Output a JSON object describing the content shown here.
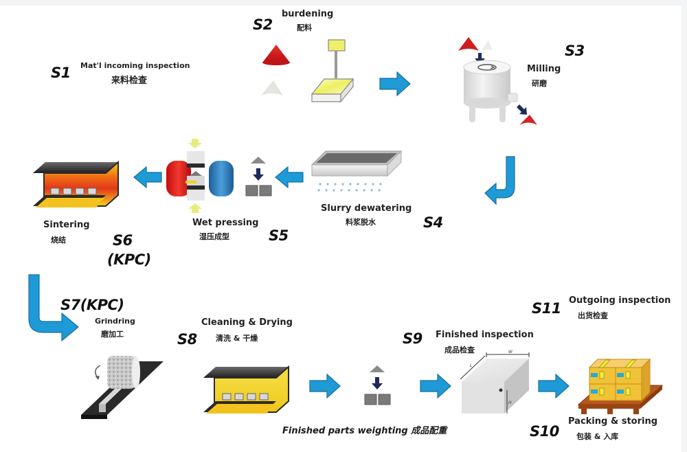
{
  "diagram": {
    "title": "Process flow",
    "colors": {
      "arrow_blue": "#1e9ad6",
      "arrow_outline": "#1a6e9c",
      "red_powder": "#d41c1c",
      "furnace_orange": "#f07818",
      "furnace_yellow": "#f4d21e",
      "pallet_brown": "#a8501c",
      "box_yellow": "#f0c238",
      "dark_arrow": "#1c2a5c"
    },
    "steps": [
      {
        "id": "S1",
        "en": "Mat'l incoming inspection",
        "zh": "来料检查"
      },
      {
        "id": "S2",
        "en": "burdening",
        "zh": "配料",
        "icon": "weighing-scale"
      },
      {
        "id": "S3",
        "en": "Milling",
        "zh": "研磨",
        "icon": "mill"
      },
      {
        "id": "S4",
        "en": "Slurry dewatering",
        "zh": "料浆脱水",
        "icon": "dewatering-tray"
      },
      {
        "id": "S5",
        "en": "Wet pressing",
        "zh": "湿压成型",
        "icon": "magnetic-press"
      },
      {
        "id": "S6",
        "id_suffix": "(KPC)",
        "en": "Sintering",
        "zh": "烧结",
        "icon": "furnace"
      },
      {
        "id": "S7(KPC)",
        "en": "Grindring",
        "zh": "磨加工",
        "icon": "grinding-wheel"
      },
      {
        "id": "S8",
        "en": "Cleaning & Drying",
        "zh": "清洗 & 干燥",
        "icon": "dryer"
      },
      {
        "id": "S9",
        "en": "Finished inspection",
        "zh": "成品检查",
        "icon": "measured-block"
      },
      {
        "id": "S10",
        "en": "Packing & storing",
        "zh": "包装 & 入库",
        "icon": "pallet-boxes"
      },
      {
        "id": "S11",
        "en": "Outgoing inspection",
        "zh": "出货检查"
      }
    ],
    "weighting_caption": "Finished parts weighting 成品配重",
    "dimension_labels": {
      "width": "W",
      "length": "L",
      "height": "H"
    }
  }
}
